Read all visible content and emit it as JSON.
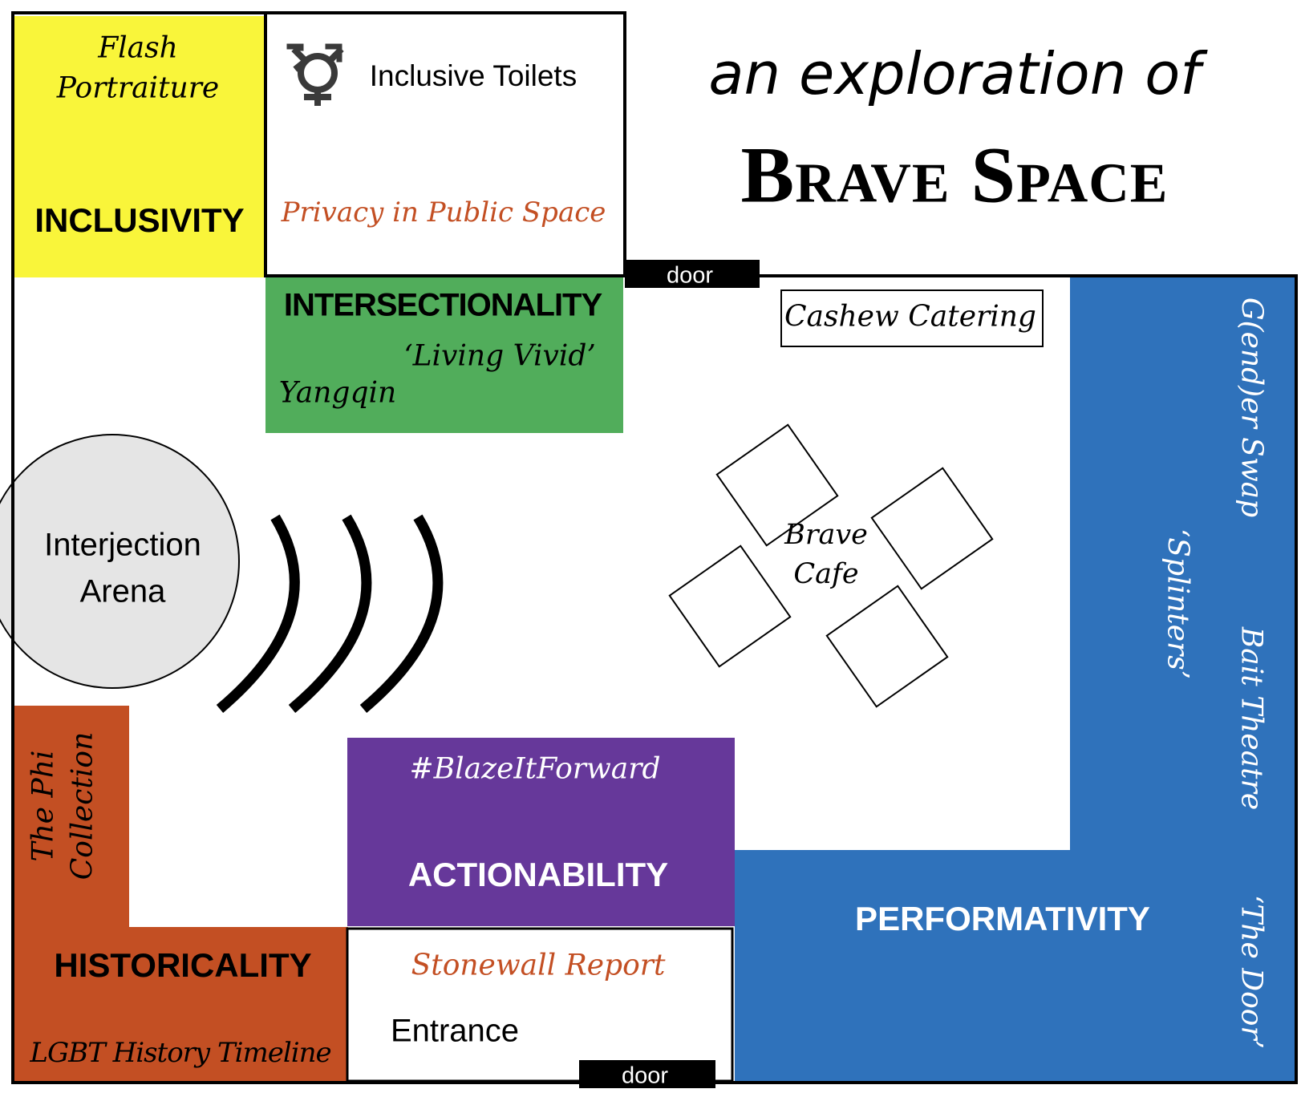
{
  "colors": {
    "inclusivity": "#f9f53a",
    "intersectionality": "#51ad5b",
    "actionability": "#66389a",
    "historicality": "#c34f23",
    "performativity": "#2f72bb",
    "arena": "#e5e5e5",
    "orange_text": "#c34f23",
    "door": "#000000"
  },
  "title": {
    "line1": "an exploration of",
    "line2": "Brave Space"
  },
  "zones": {
    "inclusivity": {
      "label": "INCLUSIVITY",
      "item": "Flash Portraiture",
      "item_line1": "Flash",
      "item_line2": "Portraiture"
    },
    "toilets": {
      "label": "Inclusive Toilets",
      "icon": "transgender-symbol-icon",
      "subtitle": "Privacy in Public Space"
    },
    "intersectionality": {
      "label": "INTERSECTIONALITY",
      "item1": "‘Living Vivid’",
      "item2": "Yangqin"
    },
    "arena": {
      "line1": "Interjection",
      "line2": "Arena"
    },
    "cafe": {
      "catering": "Cashew Catering",
      "line1": "Brave",
      "line2": "Cafe"
    },
    "historicality": {
      "label": "HISTORICALITY",
      "item": "LGBT History Timeline",
      "side_line1": "The Phi",
      "side_line2": "Collection"
    },
    "actionability": {
      "label": "ACTIONABILITY",
      "item": "#BlazeItForward"
    },
    "entrance": {
      "label": "Entrance",
      "item": "Stonewall Report"
    },
    "performativity": {
      "label": "PERFORMATIVITY",
      "item1": "G(end)er Swap",
      "item2": "‘Splinters’",
      "item3": "Bait Theatre",
      "item4": "‘The Door’"
    }
  },
  "doors": {
    "top": "door",
    "bottom": "door"
  }
}
